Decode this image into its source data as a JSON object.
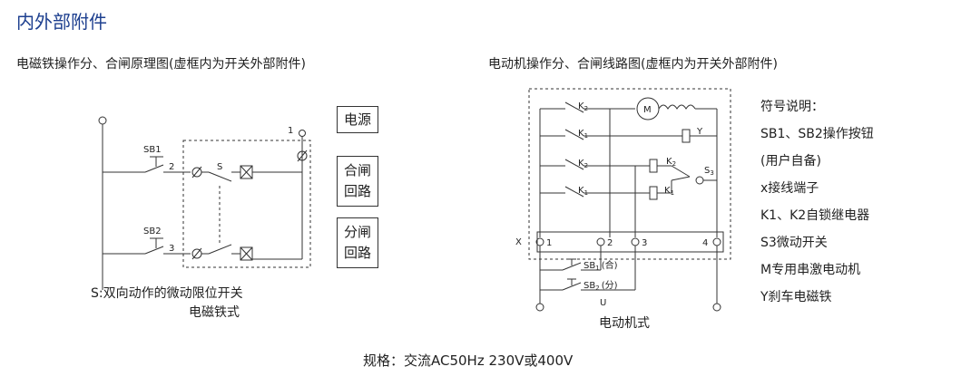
{
  "page": {
    "title": "内外部附件",
    "spec": "规格：交流AC50Hz 230V或400V"
  },
  "left": {
    "caption": "电磁铁操作分、合闸原理图(虚框内为开关外部附件)",
    "boxes": {
      "power": "电源",
      "close1": "合闸",
      "close2": "回路",
      "open1": "分闸",
      "open2": "回路"
    },
    "labels": {
      "sb1": "SB1",
      "sb2": "SB2",
      "n1": "1",
      "n2": "2",
      "n3": "3",
      "s": "S"
    },
    "note1": "S:双向动作的微动限位开关",
    "note2": "电磁铁式"
  },
  "right": {
    "caption": "电动机操作分、合闸线路图(虚框内为开关外部附件)",
    "labels": {
      "k2": "K",
      "k1": "K",
      "sub2": "2",
      "sub1": "1",
      "m": "M",
      "y": "Y",
      "s3": "S",
      "sub3": "3",
      "x": "X",
      "t1": "1",
      "t2": "2",
      "t3": "3",
      "t4": "4",
      "sb1": "SB",
      "sb1close": "(合)",
      "sb2": "SB",
      "sb2open": "(分)",
      "u": "U"
    },
    "motor_caption": "电动机式",
    "legend": [
      "符号说明：",
      "SB1、SB2操作按钮",
      "(用户自备)",
      "x接线端子",
      "K1、K2自锁继电器",
      "S3微动开关",
      "M专用串激电动机",
      "Y刹车电磁铁"
    ]
  }
}
